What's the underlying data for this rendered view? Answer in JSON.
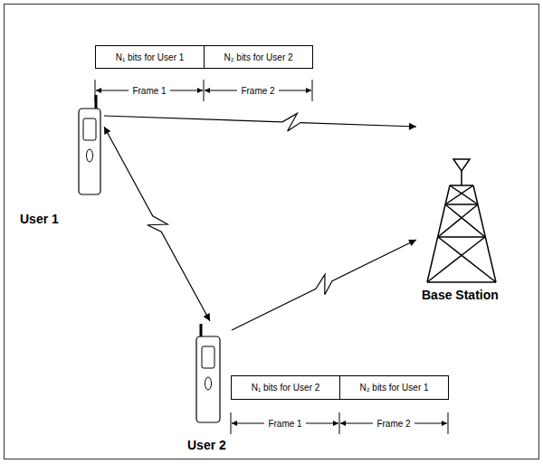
{
  "diagram": {
    "nodes": [
      {
        "text": [
          "N₁ bits for User 1"
        ]
      },
      {
        "text": [
          "N₂ bits for User 2"
        ]
      },
      {
        "text": [
          "User 1"
        ]
      },
      {
        "text": [
          "User 2"
        ]
      },
      {
        "text": [
          "Base Station"
        ]
      },
      {
        "text": [
          "N₁ bits for User 2"
        ]
      },
      {
        "text": [
          "N₂ bits for User 1"
        ]
      }
    ],
    "edges": [
      {
        "from": 2,
        "to": 4,
        "arrow": "to"
      },
      {
        "from": 2,
        "to": 3,
        "arrow": "both"
      },
      {
        "from": 3,
        "to": 4,
        "arrow": "to"
      }
    ],
    "labels": [
      "Frame 1",
      "Frame 2",
      "Frame 1",
      "Frame 2"
    ]
  }
}
